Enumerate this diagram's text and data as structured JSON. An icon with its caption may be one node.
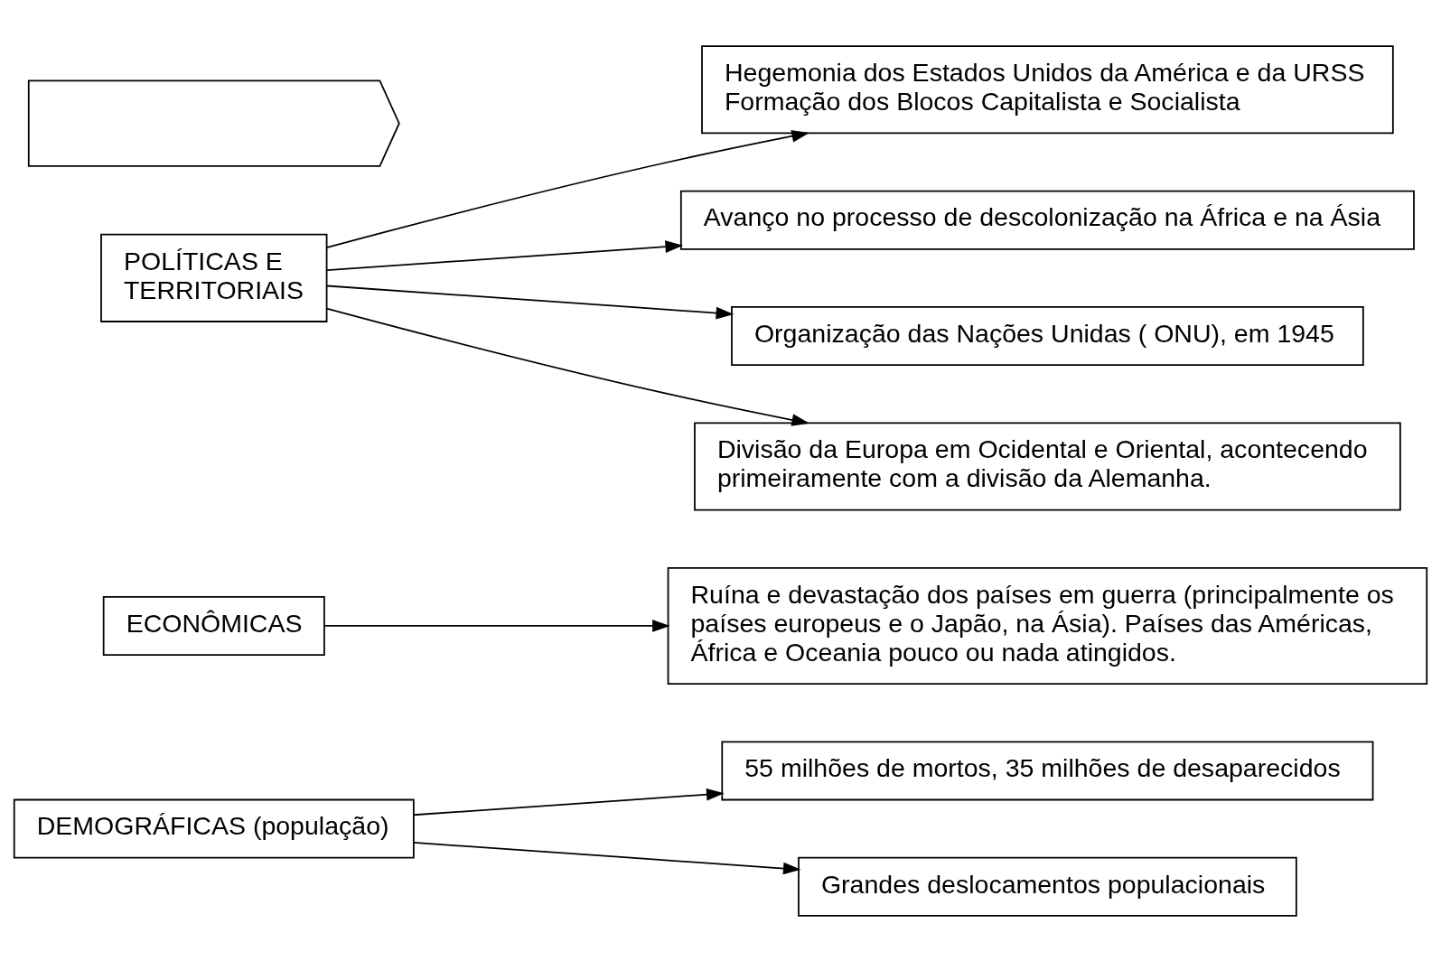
{
  "diagram": {
    "nodes": [
      {
        "text": [
          "DEMOGRÁFICAS (população)"
        ]
      },
      {
        "text": [
          "55 milhões de mortos, 35 milhões de desaparecidos"
        ]
      },
      {
        "text": [
          "Grandes deslocamentos populacionais"
        ]
      },
      {
        "text": [
          "ECONÔMICAS"
        ]
      },
      {
        "text": [
          "Ruína e devastação dos países em guerra (principalmente os países europeus e o Japão, na Ásia). Países das Américas, África e Oceania pouco ou nada atingidos."
        ]
      },
      {
        "text": [
          "POLÍTICAS E TERRITORIAIS"
        ]
      },
      {
        "text": [
          "Hegemonia dos Estados Unidos da América e da URSS",
          "Formação dos Blocos Capitalista e Socialista"
        ]
      },
      {
        "text": [
          "Avanço no processo de descolonização na África e na Ásia"
        ]
      },
      {
        "text": [
          "Organização das Nações Unidas ( ONU), em 1945"
        ]
      },
      {
        "text": [
          "Divisão da Europa em Ocidental e Oriental, acontecendo primeiramente com a divisão da Alemanha."
        ]
      },
      {
        "text": [],
        "shape": "callout"
      }
    ],
    "edges": [
      {
        "from": 0,
        "to": 1,
        "arrow": "to"
      },
      {
        "from": 0,
        "to": 2,
        "arrow": "to"
      },
      {
        "from": 3,
        "to": 4,
        "arrow": "to"
      },
      {
        "from": 5,
        "to": 6,
        "arrow": "to"
      },
      {
        "from": 5,
        "to": 7,
        "arrow": "to"
      },
      {
        "from": 5,
        "to": 8,
        "arrow": "to"
      },
      {
        "from": 5,
        "to": 9,
        "arrow": "to"
      }
    ]
  }
}
